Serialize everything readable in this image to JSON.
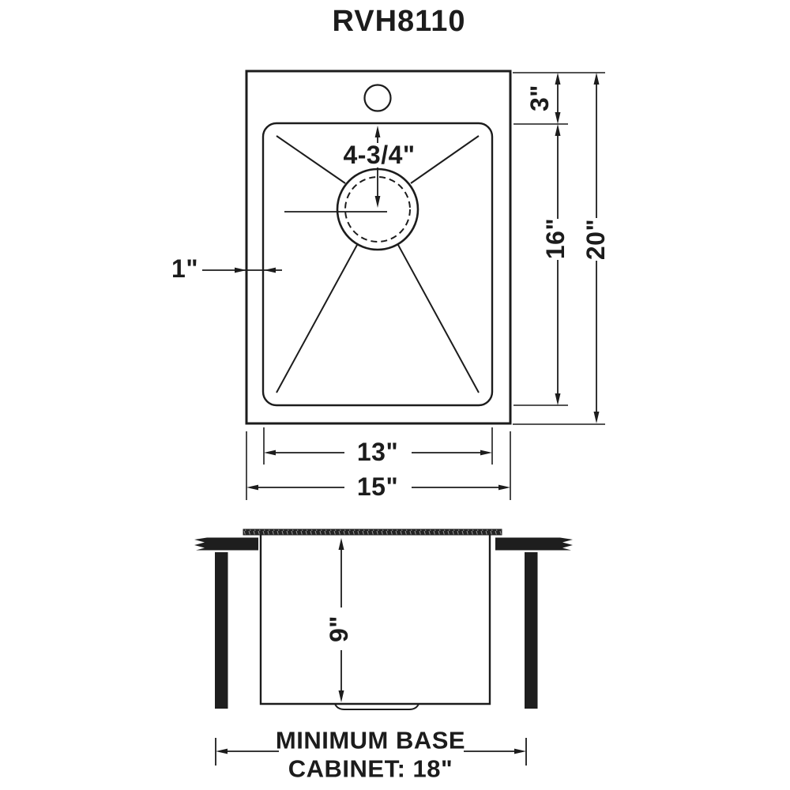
{
  "title": "RVH8110",
  "colors": {
    "ink": "#1c1c1c",
    "background": "#ffffff"
  },
  "top_view": {
    "faucet_offset_label": "3\"",
    "drain_offset_label": "4-3/4\"",
    "rim_margin_label": "1\"",
    "bowl_length_label": "16\"",
    "overall_length_label": "20\"",
    "bowl_width_label": "13\"",
    "overall_width_label": "15\""
  },
  "side_view": {
    "depth_label": "9\"",
    "cabinet_note_line1": "MINIMUM BASE",
    "cabinet_note_line2": "CABINET: 18\""
  }
}
